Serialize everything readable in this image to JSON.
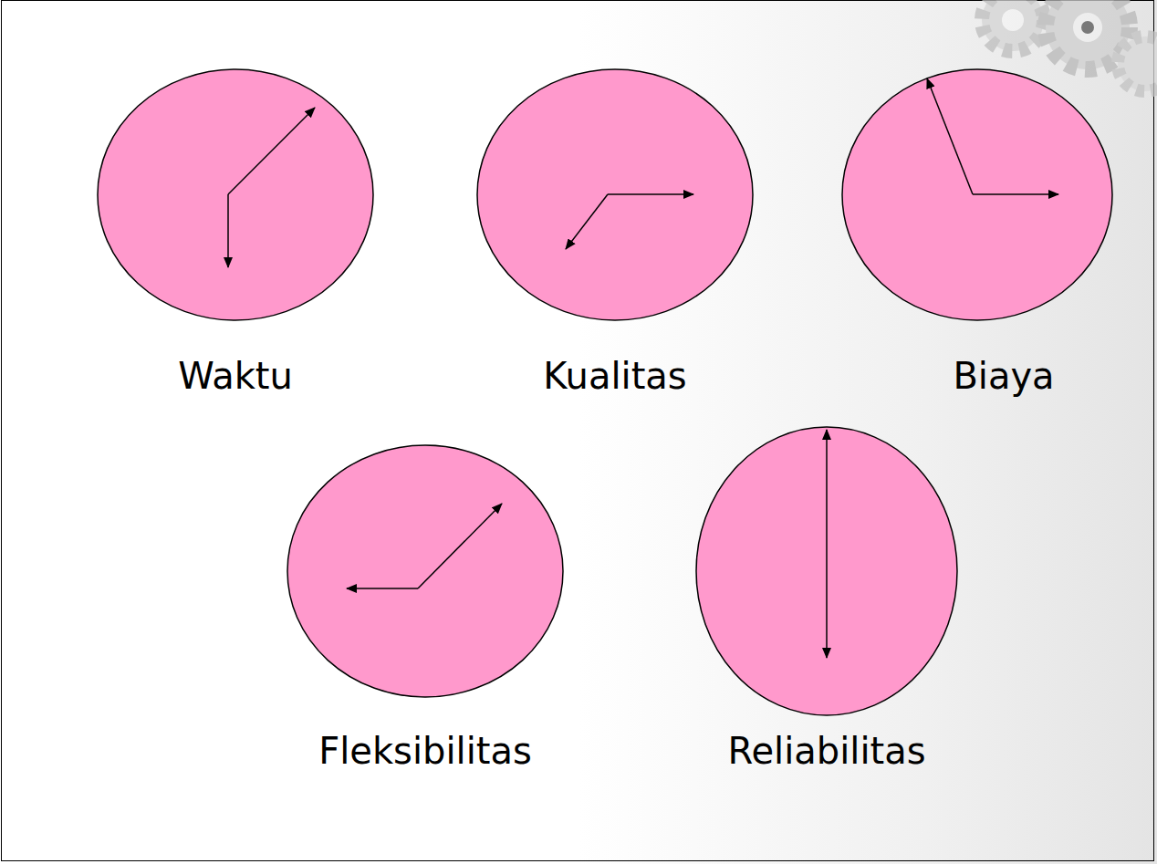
{
  "diagram": {
    "nodes": [
      {
        "text": [
          "Waktu"
        ]
      },
      {
        "text": [
          "Kualitas"
        ]
      },
      {
        "text": [
          "Biaya"
        ]
      },
      {
        "text": [
          "Fleksibilitas"
        ]
      },
      {
        "text": [
          "Reliabilitas"
        ]
      }
    ]
  }
}
